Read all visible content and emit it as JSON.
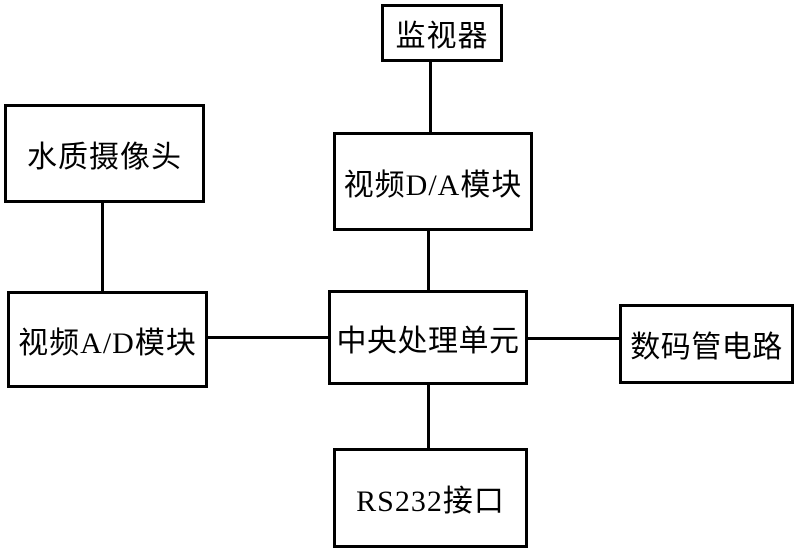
{
  "diagram": {
    "background_color": "#ffffff",
    "line_color": "#000000",
    "text_color": "#000000",
    "nodes": [
      {
        "id": "monitor",
        "label": "监视器"
      },
      {
        "id": "camera",
        "label": "水质摄像头"
      },
      {
        "id": "video-da",
        "label": "视频D/A模块"
      },
      {
        "id": "video-ad",
        "label": "视频A/D模块"
      },
      {
        "id": "cpu",
        "label": "中央处理单元"
      },
      {
        "id": "digital-tube",
        "label": "数码管电路"
      },
      {
        "id": "rs232",
        "label": "RS232接口"
      }
    ],
    "edges": [
      {
        "from": "monitor",
        "to": "video-da"
      },
      {
        "from": "video-da",
        "to": "cpu"
      },
      {
        "from": "camera",
        "to": "video-ad"
      },
      {
        "from": "video-ad",
        "to": "cpu"
      },
      {
        "from": "cpu",
        "to": "digital-tube"
      },
      {
        "from": "cpu",
        "to": "rs232"
      }
    ]
  }
}
